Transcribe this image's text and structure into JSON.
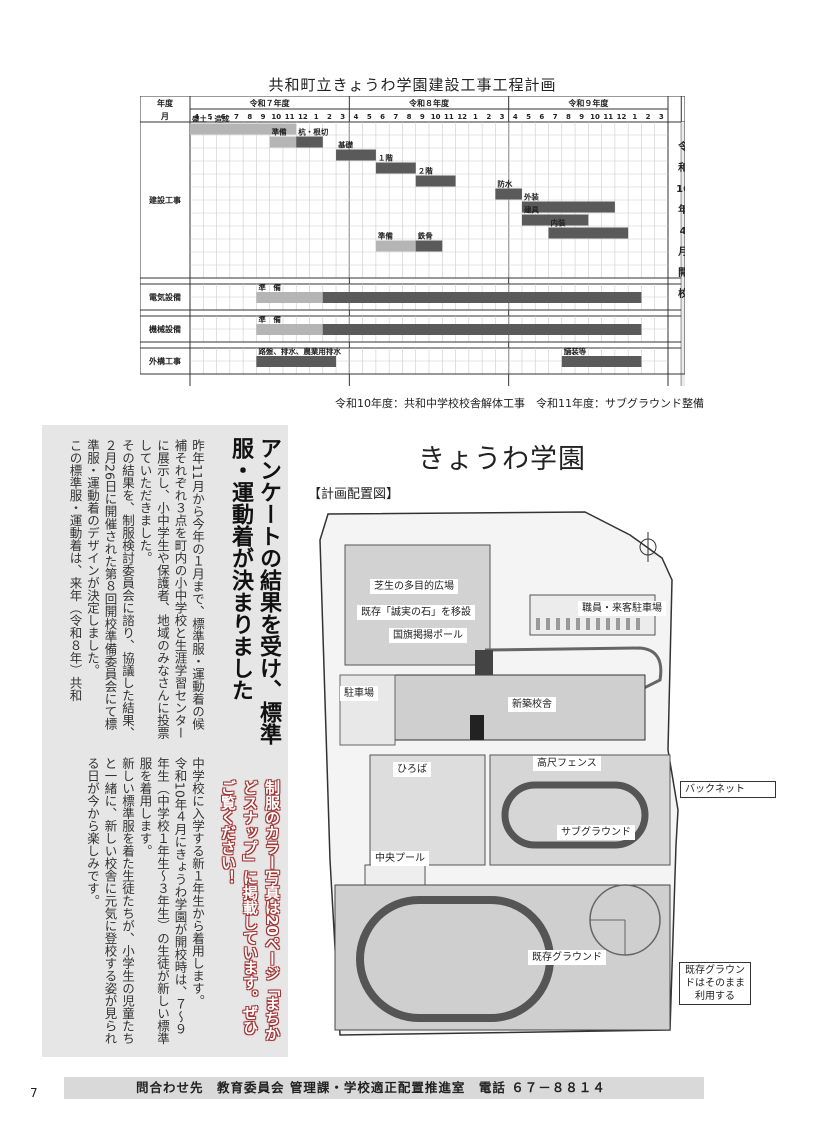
{
  "schedule": {
    "title": "共和町立きょうわ学園建設工事工程計画",
    "header": {
      "year_label": "年度",
      "month_label": "月",
      "years": [
        "令和７年度",
        "令和８年度",
        "令和９年度"
      ],
      "months": [
        "4",
        "5",
        "6",
        "7",
        "8",
        "9",
        "10",
        "11",
        "12",
        "1",
        "2",
        "3"
      ]
    },
    "sections": [
      {
        "label": "建設工事"
      },
      {
        "label": "電気設備"
      },
      {
        "label": "機械設備"
      },
      {
        "label": "外構工事"
      }
    ],
    "tasks": [
      {
        "label": "盛土・造成",
        "section": "建設工事",
        "row": 0,
        "start": 1,
        "end": 9,
        "shade": "light"
      },
      {
        "label": "準備",
        "section": "建設工事",
        "row": 1,
        "start": 7,
        "end": 9,
        "shade": "light"
      },
      {
        "label": "杭・根切",
        "section": "建設工事",
        "row": 1,
        "start": 9,
        "end": 11,
        "shade": "dark"
      },
      {
        "label": "基礎",
        "section": "建設工事",
        "row": 2,
        "start": 12,
        "end": 15,
        "shade": "dark"
      },
      {
        "label": "１階",
        "section": "建設工事",
        "row": 3,
        "start": 15,
        "end": 18,
        "shade": "dark"
      },
      {
        "label": "２階",
        "section": "建設工事",
        "row": 4,
        "start": 18,
        "end": 21,
        "shade": "dark"
      },
      {
        "label": "防水",
        "section": "建設工事",
        "row": 5,
        "start": 24,
        "end": 26,
        "shade": "dark"
      },
      {
        "label": "外装",
        "section": "建設工事",
        "row": 6,
        "start": 26,
        "end": 33,
        "shade": "dark"
      },
      {
        "label": "建具",
        "section": "建設工事",
        "row": 7,
        "start": 26,
        "end": 31,
        "shade": "dark"
      },
      {
        "label": "内装",
        "section": "建設工事",
        "row": 8,
        "start": 28,
        "end": 34,
        "shade": "dark"
      },
      {
        "label": "準備",
        "section": "建設工事",
        "row": 9,
        "start": 15,
        "end": 18,
        "shade": "light"
      },
      {
        "label": "鉄骨",
        "section": "建設工事",
        "row": 9,
        "start": 18,
        "end": 20,
        "shade": "dark"
      },
      {
        "label": "準　備",
        "section": "電気設備",
        "row": 0,
        "start": 6,
        "end": 11,
        "shade": "light"
      },
      {
        "label": "",
        "section": "電気設備",
        "row": 0,
        "start": 11,
        "end": 35,
        "shade": "dark"
      },
      {
        "label": "準　備",
        "section": "機械設備",
        "row": 0,
        "start": 6,
        "end": 11,
        "shade": "light"
      },
      {
        "label": "",
        "section": "機械設備",
        "row": 0,
        "start": 11,
        "end": 35,
        "shade": "dark"
      },
      {
        "label": "路盤、排水、農業用排水",
        "section": "外構工事",
        "row": 0,
        "start": 6,
        "end": 12,
        "shade": "dark"
      },
      {
        "label": "舗装等",
        "section": "外構工事",
        "row": 0,
        "start": 29,
        "end": 35,
        "shade": "dark"
      }
    ],
    "opening": "令和10年4月開校",
    "note": "令和10年度：共和中学校校舎解体工事　令和11年度：サブグラウンド整備"
  },
  "article": {
    "headline": "アンケートの結果を受け、標準服・運動着が決まりました",
    "body_top": "昨年11月から今年の１月まで、標準服・運動着の候補それぞれ３点を町内の小中学校と生涯学習センターに展示し、小中学生や保護者、地域のみなさんに投票していただきました。\nその結果を、制服検討委員会に諮り、協議した結果、２月26日に開催された第８回開校準備委員会にて標準服・運動着のデザインが決定しました。\nこの標準服・運動着は、来年（令和８年）共和",
    "body_bottom": "中学校に入学する新１年生から着用します。\n令和10年４月にきょうわ学園が開校時は、７～９年生（中学校１年生～３年生）の生徒が新しい標準服を着用します。\n新しい標準服を着た生徒たちが、小学生の児童たちと一緒に、新しい校舎に元気に登校する姿が見られる日が今から楽しみです。",
    "callout": "制服のカラー写真は20ページ「まちかどスナップ」に掲載しています。ぜひご覧ください！"
  },
  "map": {
    "title": "きょうわ学園",
    "subtitle": "【計画配置図】",
    "labels": [
      {
        "key": "plaza",
        "text": "芝生の多目的広場"
      },
      {
        "key": "stone",
        "text": "既存「誠実の石」を移設"
      },
      {
        "key": "parking_staff",
        "text": "職員・来客駐車場"
      },
      {
        "key": "flagpole",
        "text": "国旗掲揚ポール"
      },
      {
        "key": "parking",
        "text": "駐車場"
      },
      {
        "key": "school",
        "text": "新築校舎"
      },
      {
        "key": "fence",
        "text": "高尺フェンス"
      },
      {
        "key": "hiroba",
        "text": "ひろば"
      },
      {
        "key": "backnet",
        "text": "バックネット"
      },
      {
        "key": "subground",
        "text": "サブグラウンド"
      },
      {
        "key": "pool",
        "text": "中央プール"
      },
      {
        "key": "ground",
        "text": "既存グラウンド"
      },
      {
        "key": "ground_note",
        "text": "既存グラウンドはそのまま利用する"
      }
    ]
  },
  "footer": {
    "page_number": "7",
    "contact": "問合わせ先　教育委員会 管理課・学校適正配置推進室　電話 ６７－８８１４"
  }
}
